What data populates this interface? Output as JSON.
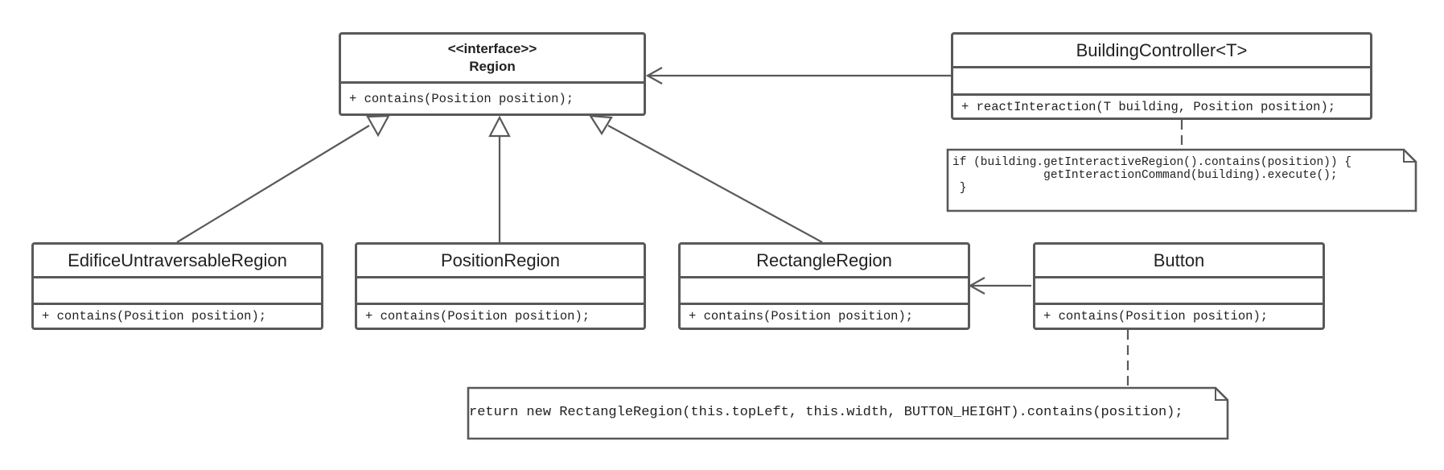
{
  "diagram": {
    "classes": {
      "region": {
        "stereotype": "<<interface>>",
        "name": "Region",
        "operation": "+ contains(Position position);"
      },
      "building_controller": {
        "name": "BuildingController<T>",
        "operation": "+ reactInteraction(T building, Position position);"
      },
      "edifice_untraversable_region": {
        "name": "EdificeUntraversableRegion",
        "operation": "+ contains(Position position);"
      },
      "position_region": {
        "name": "PositionRegion",
        "operation": "+ contains(Position position);"
      },
      "rectangle_region": {
        "name": "RectangleRegion",
        "operation": "+ contains(Position position);"
      },
      "button": {
        "name": "Button",
        "operation": "+ contains(Position position);"
      }
    },
    "notes": {
      "building_controller_note": "if (building.getInteractiveRegion().contains(position)) {\n             getInteractionCommand(building).execute();\n }",
      "button_note": "return new RectangleRegion(this.topLeft, this.width, BUTTON_HEIGHT).contains(position);"
    },
    "colors": {
      "line": "#595959",
      "text": "#222222",
      "background": "#ffffff"
    }
  }
}
